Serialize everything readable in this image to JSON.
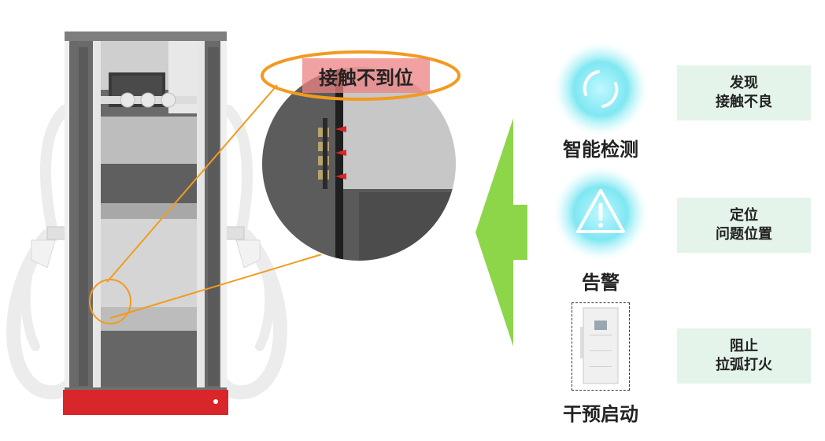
{
  "callout": {
    "title": "接触不到位"
  },
  "steps": [
    {
      "label": "智能检测",
      "icon": "refresh-circle-icon"
    },
    {
      "label": "告警",
      "icon": "warning-triangle-icon"
    },
    {
      "label": "干预启动",
      "icon": "cabinet-thumbnail-icon"
    }
  ],
  "results": [
    {
      "line1": "发现",
      "line2": "接触不良"
    },
    {
      "line1": "定位",
      "line2": "问题位置"
    },
    {
      "line1": "阻止",
      "line2": "拉弧打火"
    }
  ],
  "colors": {
    "arrow": "#8dd64a",
    "callout_ring": "#f39a1f",
    "base": "#d9262a",
    "result_bg": "#e4f4ea",
    "glow": "#7fe7f2"
  }
}
